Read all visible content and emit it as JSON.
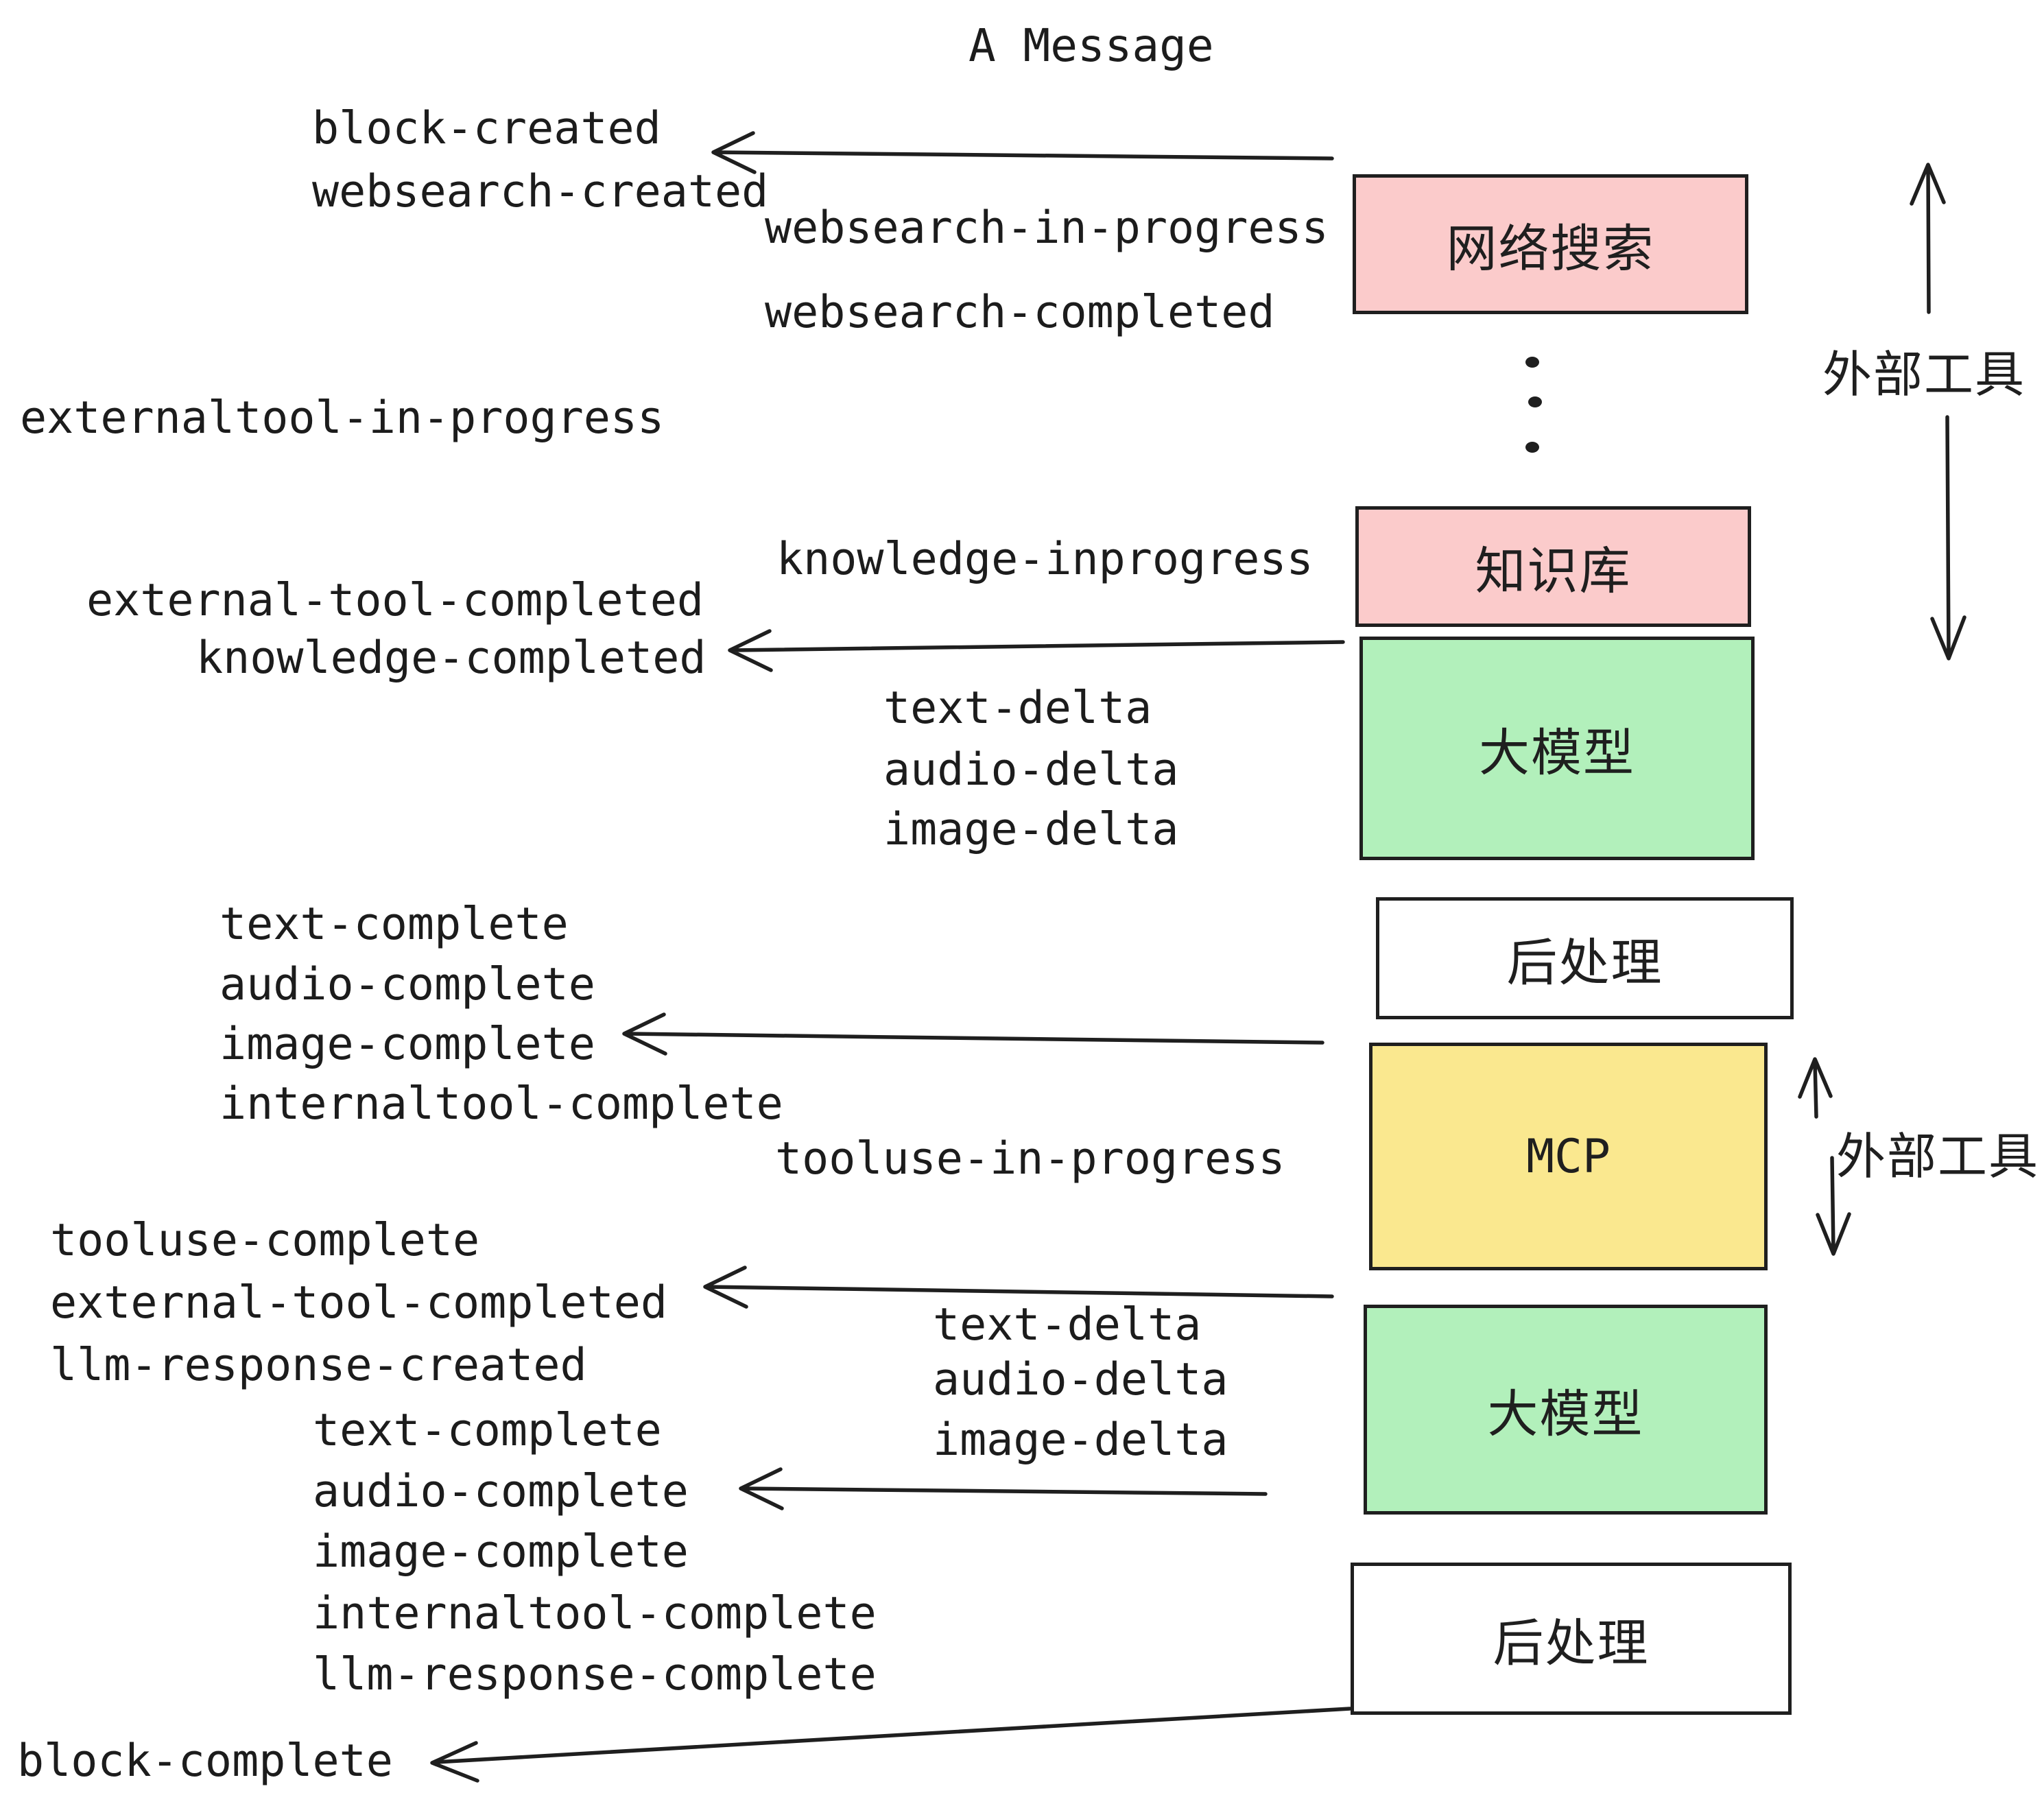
{
  "title": "A Message",
  "events": {
    "block_created": "block-created",
    "websearch_created": "websearch-created",
    "websearch_in_progress": "websearch-in-progress",
    "websearch_completed": "websearch-completed",
    "externaltool_in_progress": "externaltool-in-progress",
    "knowledge_inprogress": "knowledge-inprogress",
    "external_tool_completed_1": "external-tool-completed",
    "knowledge_completed": "knowledge-completed",
    "text_delta_1": "text-delta",
    "audio_delta_1": "audio-delta",
    "image_delta_1": "image-delta",
    "text_complete_1": "text-complete",
    "audio_complete_1": "audio-complete",
    "image_complete_1": "image-complete",
    "internaltool_complete_1": "internaltool-complete",
    "tooluse_in_progress": "tooluse-in-progress",
    "tooluse_complete": "tooluse-complete",
    "external_tool_completed_2": "external-tool-completed",
    "llm_response_created": "llm-response-created",
    "text_delta_2": "text-delta",
    "audio_delta_2": "audio-delta",
    "image_delta_2": "image-delta",
    "text_complete_2": "text-complete",
    "audio_complete_2": "audio-complete",
    "image_complete_2": "image-complete",
    "internaltool_complete_2": "internaltool-complete",
    "llm_response_complete": "llm-response-complete",
    "block_complete": "block-complete"
  },
  "boxes": {
    "websearch": {
      "label": "网络搜索",
      "fill": "#fbcbcb"
    },
    "knowledge": {
      "label": "知识库",
      "fill": "#fbcbcb"
    },
    "llm_1": {
      "label": "大模型",
      "fill": "#b2f0bb"
    },
    "post_1": {
      "label": "后处理",
      "fill": "#ffffff"
    },
    "mcp": {
      "label": "MCP",
      "fill": "#fae88f"
    },
    "llm_2": {
      "label": "大模型",
      "fill": "#b2f0bb"
    },
    "post_2": {
      "label": "后处理",
      "fill": "#ffffff"
    }
  },
  "side_labels": {
    "external_tools_top": "外部工具",
    "external_tools_mcp": "外部工具"
  },
  "colors": {
    "ink": "#1f1f1f",
    "pink": "#fbcbcb",
    "green": "#b2f0bb",
    "yellow": "#fae88f",
    "background": "#ffffff"
  }
}
